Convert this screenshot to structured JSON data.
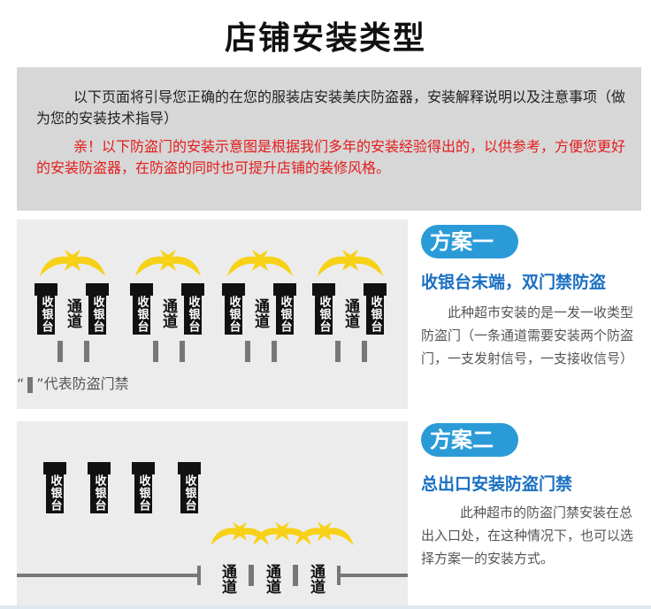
{
  "page": {
    "title": "店铺安装类型"
  },
  "intro": {
    "paragraph1": "以下页面将引导您正确的在您的服装店安装美庆防盗器，安装解释说明以及注意事项（做为您的安装技术指导）",
    "paragraph2": "亲！以下防盗门的安装示意图是根据我们多年的安装经验得出的，以供参考，方便您更好的安装防盗器，在防盗的同时也可提升店铺的装修风格。"
  },
  "labels": {
    "cashier": "收银台",
    "channel": "通道",
    "legend_prefix": "“",
    "legend_suffix": "”代表防盗门禁"
  },
  "plan1": {
    "badge": "方案一",
    "heading": "收银台末端，双门禁防盗",
    "description": "此种超市安装的是一发一收类型防盗门（一条通道需要安装两个防盗门，一支发射信号，一支接收信号）"
  },
  "plan2": {
    "badge": "方案二",
    "heading": "总出口安装防盗门禁",
    "description": "此种超市的防盗门禁安装在总出入口处，在这种情况下，也可以选择方案一的安装方式。"
  },
  "colors": {
    "accent_blue": "#2b9bd8",
    "heading_blue": "#1a6fc2",
    "warning_red": "#e41b1b",
    "arrow_yellow": "#f7d117",
    "panel_gray": "#ececec"
  }
}
